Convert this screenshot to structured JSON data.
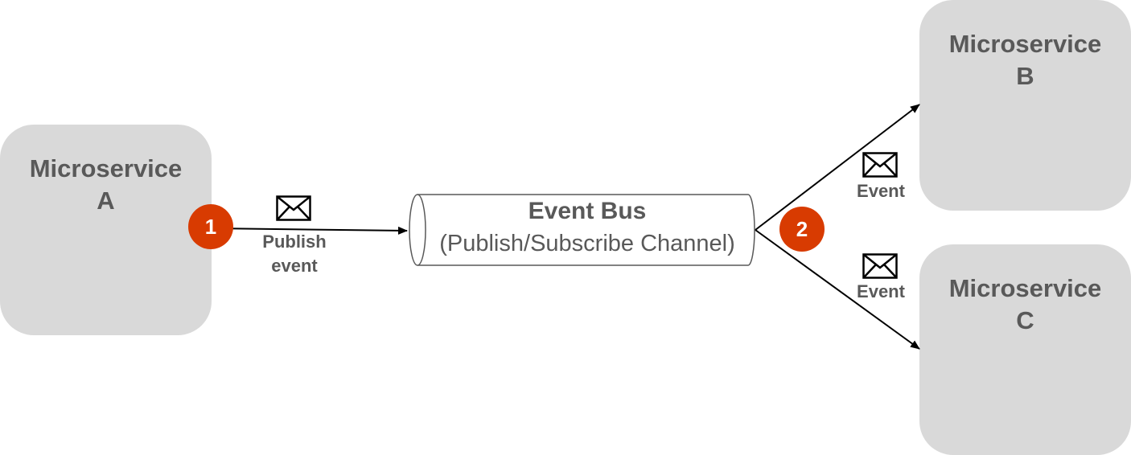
{
  "services": {
    "a": {
      "name": "Microservice",
      "letter": "A"
    },
    "b": {
      "name": "Microservice",
      "letter": "B"
    },
    "c": {
      "name": "Microservice",
      "letter": "C"
    }
  },
  "event_bus": {
    "title": "Event Bus",
    "subtitle": "(Publish/Subscribe Channel)"
  },
  "steps": {
    "publish": {
      "number": "1",
      "label_line1": "Publish",
      "label_line2": "event"
    },
    "deliver": {
      "number": "2"
    }
  },
  "deliveries": {
    "to_b": {
      "label": "Event"
    },
    "to_c": {
      "label": "Event"
    }
  },
  "colors": {
    "service_fill": "#d9d9d9",
    "text": "#595959",
    "badge": "#d83b01",
    "line": "#000000"
  },
  "icons": {
    "message": "envelope-icon"
  }
}
